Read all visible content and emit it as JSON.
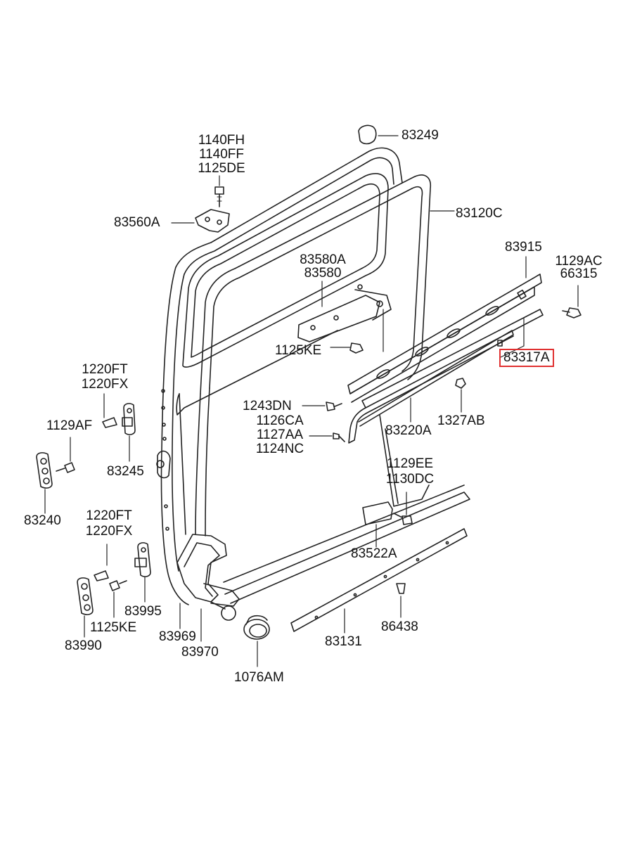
{
  "diagram": {
    "highlight_color": "#e03030",
    "highlighted_part": "83317A",
    "labels": {
      "p83249": "83249",
      "p1140fh": "1140FH",
      "p1140ff": "1140FF",
      "p1125de": "1125DE",
      "p83560a": "83560A",
      "p83120c": "83120C",
      "p83915": "83915",
      "p1129ac": "1129AC",
      "p66315": "66315",
      "p83580a": "83580A",
      "p83580": "83580",
      "p1125ke_top": "1125KE",
      "p83317a": "83317A",
      "p1220ft_a": "1220FT",
      "p1220fx_a": "1220FX",
      "p1129af": "1129AF",
      "p83245": "83245",
      "p83240": "83240",
      "p1243dn": "1243DN",
      "p1126ca": "1126CA",
      "p1127aa": "1127AA",
      "p1124nc": "1124NC",
      "p1327ab": "1327AB",
      "p83220a": "83220A",
      "p1129ee": "1129EE",
      "p1130dc": "1130DC",
      "p1220ft_b": "1220FT",
      "p1220fx_b": "1220FX",
      "p83522a": "83522A",
      "p83995": "83995",
      "p1125ke_bot": "1125KE",
      "p83990": "83990",
      "p83969": "83969",
      "p83970": "83970",
      "p83131": "83131",
      "p86438": "86438",
      "p1076am": "1076AM"
    }
  }
}
